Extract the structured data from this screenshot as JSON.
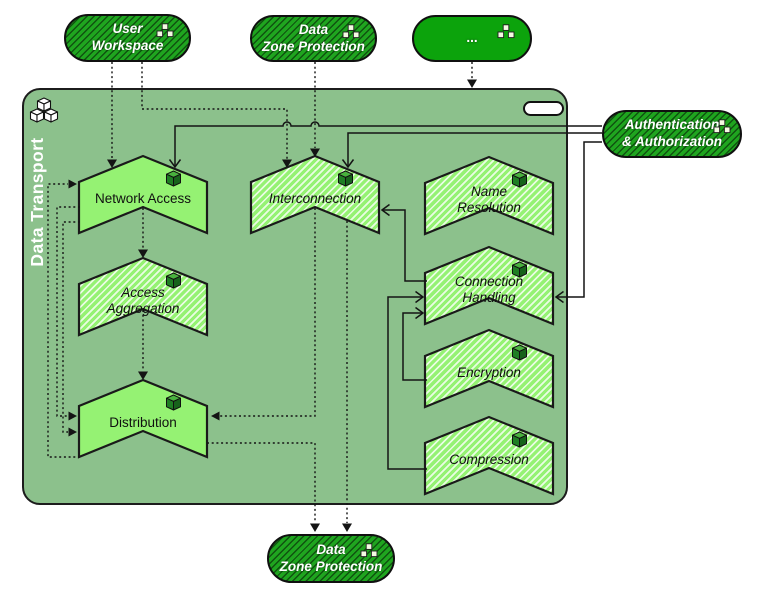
{
  "container": {
    "title": "Data Transport"
  },
  "colors": {
    "container_fill": "#8CC18C",
    "component_fill": "#95F273",
    "pill_fill": "#1FA51F",
    "pill_solid_fill": "#0CA30C",
    "line": "#141414"
  },
  "icons": {
    "component": "cube-icon",
    "node": "cubes-cluster-icon"
  },
  "nodes": {
    "user_workspace": {
      "line1": "User",
      "line2": "Workspace"
    },
    "data_zone_protection_top": {
      "line1": "Data",
      "line2": "Zone Protection"
    },
    "ellipsis": {
      "line1": "...",
      "line2": ""
    },
    "authentication": {
      "line1": "Authentication",
      "line2": "& Authorization"
    },
    "data_zone_protection_bottom": {
      "line1": "Data",
      "line2": "Zone Protection"
    },
    "network_access": {
      "line1": "Network Access",
      "line2": ""
    },
    "interconnection": {
      "line1": "Interconnection",
      "line2": ""
    },
    "name_resolution": {
      "line1": "Name",
      "line2": "Resolution"
    },
    "access_aggregation": {
      "line1": "Access",
      "line2": "Aggregation"
    },
    "connection_handling": {
      "line1": "Connection",
      "line2": "Handling"
    },
    "encryption": {
      "line1": "Encryption",
      "line2": ""
    },
    "distribution": {
      "line1": "Distribution",
      "line2": ""
    },
    "compression": {
      "line1": "Compression",
      "line2": ""
    }
  }
}
